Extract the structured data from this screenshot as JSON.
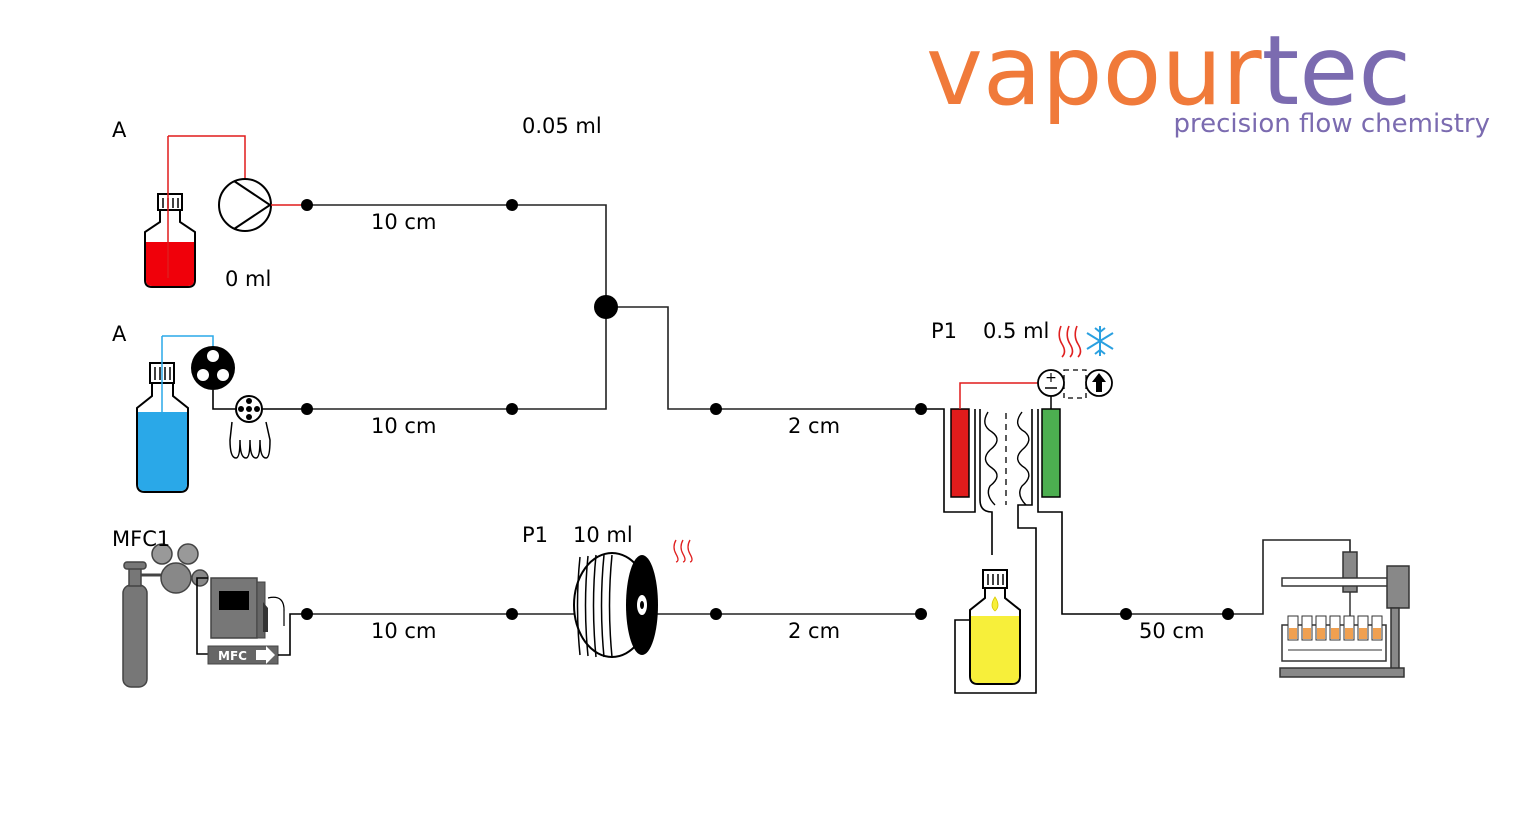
{
  "logo": {
    "part1": "vapour",
    "part2": "tec",
    "tagline": "precision flow chemistry",
    "color_part1": "#f07a3a",
    "color_part2": "#7b6bb0"
  },
  "labels": {
    "reagent_a1": "A",
    "reagent_a2": "A",
    "mfc": "MFC1",
    "volume_top": "0.05 ml",
    "volume_bottle": "0 ml",
    "seg_top": "10 cm",
    "seg_mid": "10 cm",
    "seg_bottom": "10 cm",
    "seg_mid_right": "2 cm",
    "seg_bottom_right": "2 cm",
    "seg_output": "50 cm",
    "coil_pump": "P1",
    "coil_volume": "10 ml",
    "reactor_pump": "P1",
    "reactor_volume": "0.5 ml",
    "mfc_tag": "MFC"
  },
  "icons": {
    "pump": "piston-pump-icon",
    "peristaltic": "peristaltic-pump-icon",
    "gas_cylinder": "gas-cylinder-icon",
    "coil": "coil-reactor-icon",
    "electrochem": "electrochemical-cell-icon",
    "heat": "heat-icon",
    "cool": "snowflake-icon",
    "collector": "fraction-collector-icon"
  },
  "colors": {
    "reagent_red": "#f0000a",
    "reagent_blue": "#2aa8e8",
    "product_yellow": "#f7ef3a",
    "anode_red": "#e01c1c",
    "cathode_green": "#4caf50",
    "equipment_grey": "#777777",
    "heat_red": "#e02020",
    "cool_blue": "#2aa0e0"
  }
}
